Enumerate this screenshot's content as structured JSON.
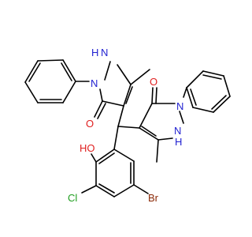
{
  "colors": {
    "carbon": "#000000",
    "nitrogen": "#1f1fd0",
    "oxygen": "#e01f1f",
    "chlorine": "#1f9e1f",
    "bromine": "#8b2a08",
    "background": "#ffffff"
  },
  "atoms": [
    {
      "text": "H N",
      "element": "nitrogen",
      "name": "nh-label-upper"
    },
    {
      "text": "N",
      "element": "nitrogen",
      "name": "n-label-upper-phenyl"
    },
    {
      "text": "O",
      "element": "oxygen",
      "name": "carbonyl-o-label-left"
    },
    {
      "text": "O",
      "element": "oxygen",
      "name": "carbonyl-o-label-right"
    },
    {
      "text": "N",
      "element": "nitrogen",
      "name": "n-label-right-phenyl"
    },
    {
      "text": "N",
      "element": "nitrogen",
      "name": "nh-n-label-right"
    },
    {
      "text": "H",
      "element": "nitrogen",
      "name": "nh-h-label-right"
    },
    {
      "text": "HO",
      "element": "oxygen",
      "name": "hydroxy-label"
    },
    {
      "text": "Cl",
      "element": "chlorine",
      "name": "chloro-label"
    },
    {
      "text": "Br",
      "element": "bromine",
      "name": "bromo-label"
    }
  ]
}
